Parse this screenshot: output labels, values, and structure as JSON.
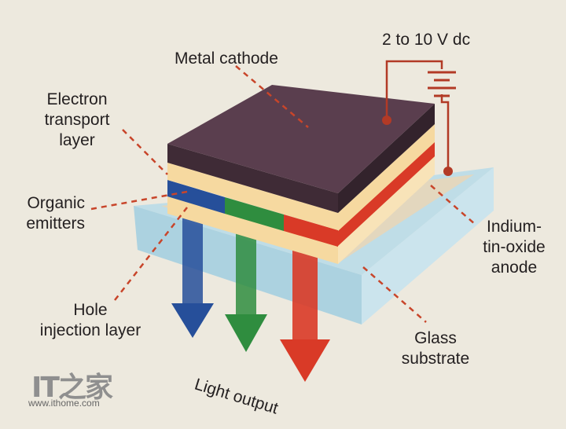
{
  "labels": {
    "voltage": "2 to 10 V dc",
    "metal_cathode": "Metal cathode",
    "electron_transport": "Electron\ntransport\nlayer",
    "organic_emitters": "Organic\nemitters",
    "hole_injection": "Hole\ninjection layer",
    "light_output": "Light output",
    "ito_anode": "Indium-\ntin-oxide\nanode",
    "glass_substrate": "Glass\nsubstrate"
  },
  "watermark": {
    "logo": "IT之家",
    "url": "www.ithome.com"
  },
  "colors": {
    "background": "#ede9de",
    "cathode_top": "#5a3e4e",
    "cathode_side": "#3f2b36",
    "layer_cream": "#f6d9a0",
    "emitter_blue": "#264f9a",
    "emitter_green": "#2f8d3f",
    "emitter_red": "#d93a27",
    "glass": "#b6dbe9",
    "wire": "#b23a26",
    "leader": "#c8452a"
  }
}
